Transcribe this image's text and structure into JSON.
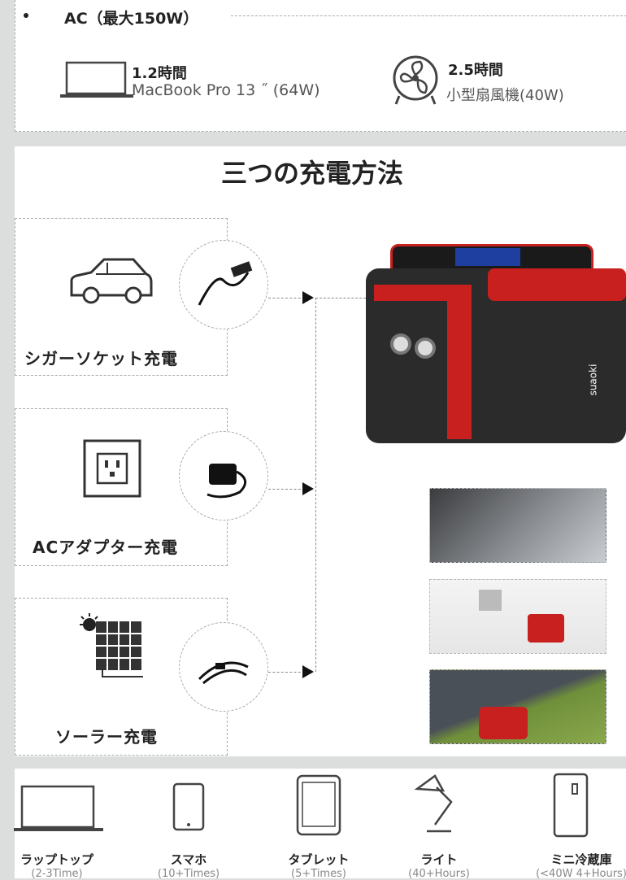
{
  "ac_section": {
    "title": "AC（最大150W）",
    "items": [
      {
        "icon": "laptop-icon",
        "time": "1.2時間",
        "device": "MacBook Pro 13 ˝ (64W)"
      },
      {
        "icon": "fan-icon",
        "time": "2.5時間",
        "device": "小型扇風機(40W)"
      }
    ]
  },
  "charging": {
    "title": "三つの充電方法",
    "methods": [
      {
        "icon": "car-icon",
        "accessory": "car-charger-cable-icon",
        "label": "シガーソケット充電"
      },
      {
        "icon": "wall-outlet-icon",
        "accessory": "ac-adapter-icon",
        "label": "ACアダプター充電"
      },
      {
        "icon": "solar-panel-icon",
        "accessory": "solar-cable-icon",
        "label": "ソーラー充電"
      }
    ],
    "product_brand": "suaoki",
    "accent_color": "#c8201e"
  },
  "devices": [
    {
      "icon": "laptop-icon",
      "name": "ラップトップ",
      "capacity": "(2-3Time)"
    },
    {
      "icon": "smartphone-icon",
      "name": "スマホ",
      "capacity": "(10+Times)"
    },
    {
      "icon": "tablet-icon",
      "name": "タブレット",
      "capacity": "(5+Times)"
    },
    {
      "icon": "lamp-icon",
      "name": "ライト",
      "capacity": "(40+Hours)"
    },
    {
      "icon": "mini-fridge-icon",
      "name": "ミニ冷蔵庫",
      "capacity": "(<40W 4+Hours)"
    }
  ]
}
